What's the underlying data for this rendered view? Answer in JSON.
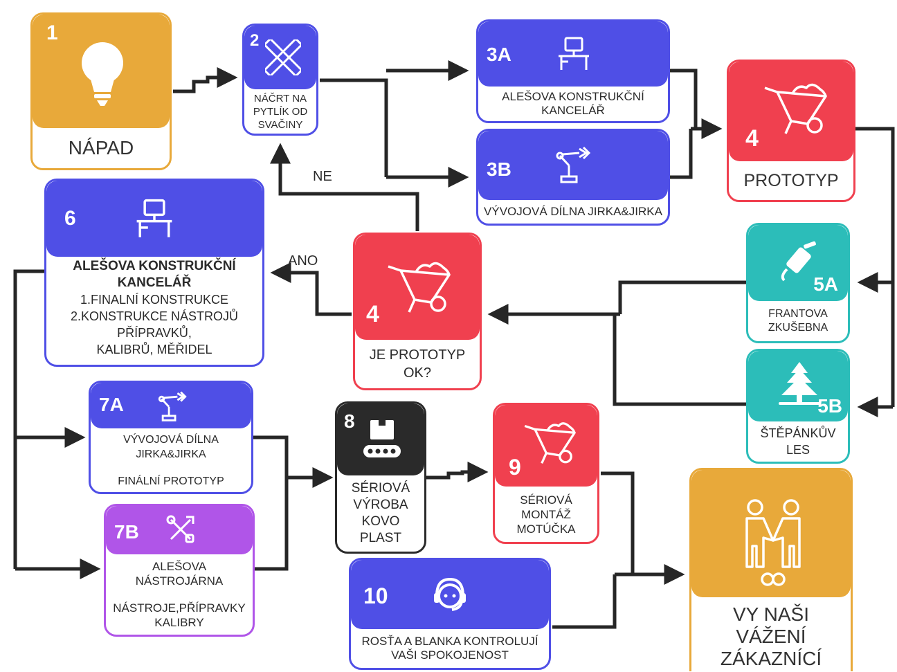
{
  "colors": {
    "orange": "#e8a93a",
    "blue": "#4f4fe6",
    "red": "#f0404f",
    "teal": "#2cbdb9",
    "dark": "#2a2a2a",
    "purple": "#b055e8",
    "connector": "#262626"
  },
  "nodes": {
    "n1": {
      "number": "1",
      "icon": "lightbulb-icon",
      "label": "NÁPAD"
    },
    "n2": {
      "number": "2",
      "icon": "pencil-ruler-icon",
      "lines": [
        "NÁČRT NA",
        "PYTLÍK OD",
        "SVAČINY"
      ]
    },
    "n3a": {
      "number": "3A",
      "icon": "desk-computer-icon",
      "lines": [
        "ALEŠOVA KONSTRUKČNÍ",
        "KANCELÁŘ"
      ]
    },
    "n3b": {
      "number": "3B",
      "icon": "robot-arm-icon",
      "lines": [
        "VÝVOJOVÁ DÍLNA JIRKA&JIRKA"
      ]
    },
    "n4top": {
      "number": "4",
      "icon": "wheelbarrow-icon",
      "label": "PROTOTYP"
    },
    "n4mid": {
      "number": "4",
      "icon": "wheelbarrow-icon",
      "lines": [
        "JE PROTOTYP",
        "OK?"
      ]
    },
    "n5a": {
      "number": "5A",
      "icon": "fuel-nozzle-icon",
      "lines": [
        "FRANTOVA",
        "ZKUŠEBNA"
      ]
    },
    "n5b": {
      "number": "5B",
      "icon": "tree-icon",
      "lines": [
        "ŠTĚPÁNKŮV",
        "LES"
      ]
    },
    "n6": {
      "number": "6",
      "icon": "desk-computer-icon",
      "title": [
        "ALEŠOVA KONSTRUKČNÍ",
        "KANCELÁŘ"
      ],
      "lines": [
        "1.FINALNÍ KONSTRUKCE",
        "2.KONSTRUKCE NÁSTROJŮ",
        "PŘÍPRAVKŮ,",
        "KALIBRŮ, MĚŘIDEL"
      ]
    },
    "n7a": {
      "number": "7A",
      "icon": "robot-arm-icon",
      "lines": [
        "VÝVOJOVÁ DÍLNA",
        "JIRKA&JIRKA",
        "",
        "FINÁLNÍ PROTOTYP"
      ]
    },
    "n7b": {
      "number": "7B",
      "icon": "tools-icon",
      "lines": [
        "ALEŠOVA",
        "NÁSTROJÁRNA",
        "",
        "NÁSTROJE,PŘÍPRAVKY",
        "KALIBRY"
      ]
    },
    "n8": {
      "number": "8",
      "icon": "conveyor-icon",
      "lines": [
        "SÉRIOVÁ",
        "VÝROBA",
        "KOVO",
        "PLAST"
      ]
    },
    "n9": {
      "number": "9",
      "icon": "wheelbarrow-icon",
      "lines": [
        "SÉRIOVÁ",
        "MONTÁŽ",
        "MOTÚČKA"
      ]
    },
    "n10": {
      "number": "10",
      "icon": "headset-icon",
      "lines": [
        "ROSŤA A BLANKA KONTROLUJÍ",
        "VAŠI SPOKOJENOST"
      ]
    },
    "n11": {
      "icon": "handshake-icon",
      "lines": [
        "VY NAŠI",
        "VÁŽENÍ",
        "ZÁKAZNÍCÍ"
      ]
    }
  },
  "edge_labels": {
    "no": "NE",
    "yes": "ANO"
  }
}
